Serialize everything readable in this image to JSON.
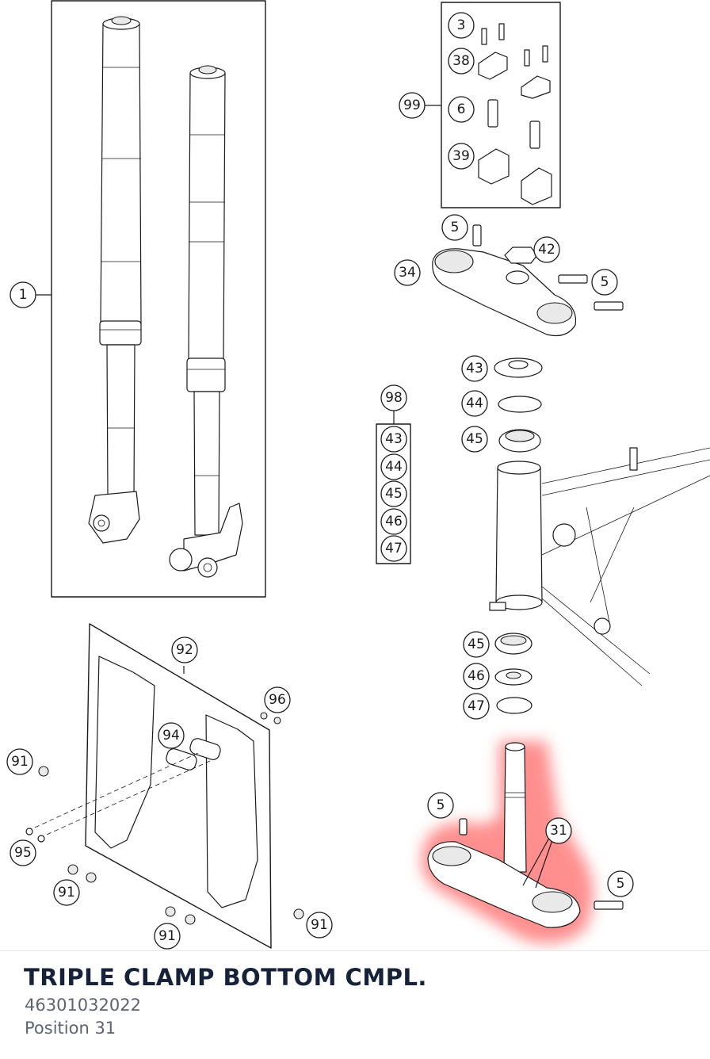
{
  "part": {
    "name": "TRIPLE CLAMP BOTTOM CMPL.",
    "number": "46301032022",
    "position_text": "Position 31"
  },
  "highlight": {
    "color": "#ff6a6a",
    "position": "31"
  },
  "callouts": [
    "1",
    "3",
    "38",
    "99",
    "6",
    "39",
    "5",
    "42",
    "34",
    "5",
    "43",
    "98",
    "44",
    "45",
    "43",
    "44",
    "45",
    "46",
    "47",
    "45",
    "46",
    "47",
    "92",
    "96",
    "94",
    "91",
    "95",
    "91",
    "91",
    "91",
    "5",
    "31",
    "5"
  ]
}
